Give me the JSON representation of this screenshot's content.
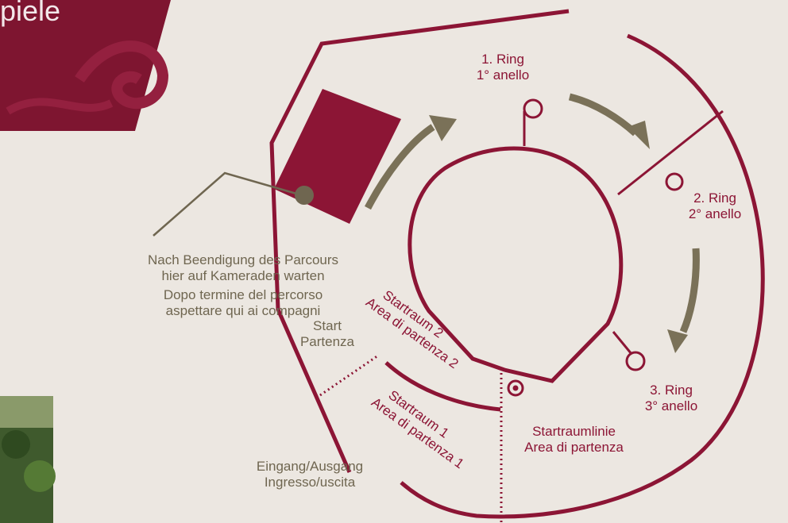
{
  "header": {
    "title_fragment": "piele"
  },
  "rings": {
    "ring1_de": "1. Ring",
    "ring1_it": "1° anello",
    "ring2_de": "2. Ring",
    "ring2_it": "2° anello",
    "ring3_de": "3. Ring",
    "ring3_it": "3° anello"
  },
  "waiting_area": {
    "de_line1": "Nach Beendigung des Parcours",
    "de_line2": "hier auf Kameraden warten",
    "it_line1": "Dopo termine del percorso",
    "it_line2": "aspettare qui ai compagni"
  },
  "start": {
    "de": "Start",
    "it": "Partenza"
  },
  "start_area_2": {
    "de": "Startraum 2",
    "it": "Area di partenza 2"
  },
  "start_area_1": {
    "de": "Startraum 1",
    "it": "Area di partenza 1"
  },
  "start_line": {
    "de": "Startraumlinie",
    "it": "Area di partenza"
  },
  "entrance": {
    "de": "Eingang/Ausgang",
    "it": "Ingresso/uscita"
  },
  "colors": {
    "maroon": "#8c1535",
    "brown": "#6f6650",
    "background": "#ece7e1"
  }
}
